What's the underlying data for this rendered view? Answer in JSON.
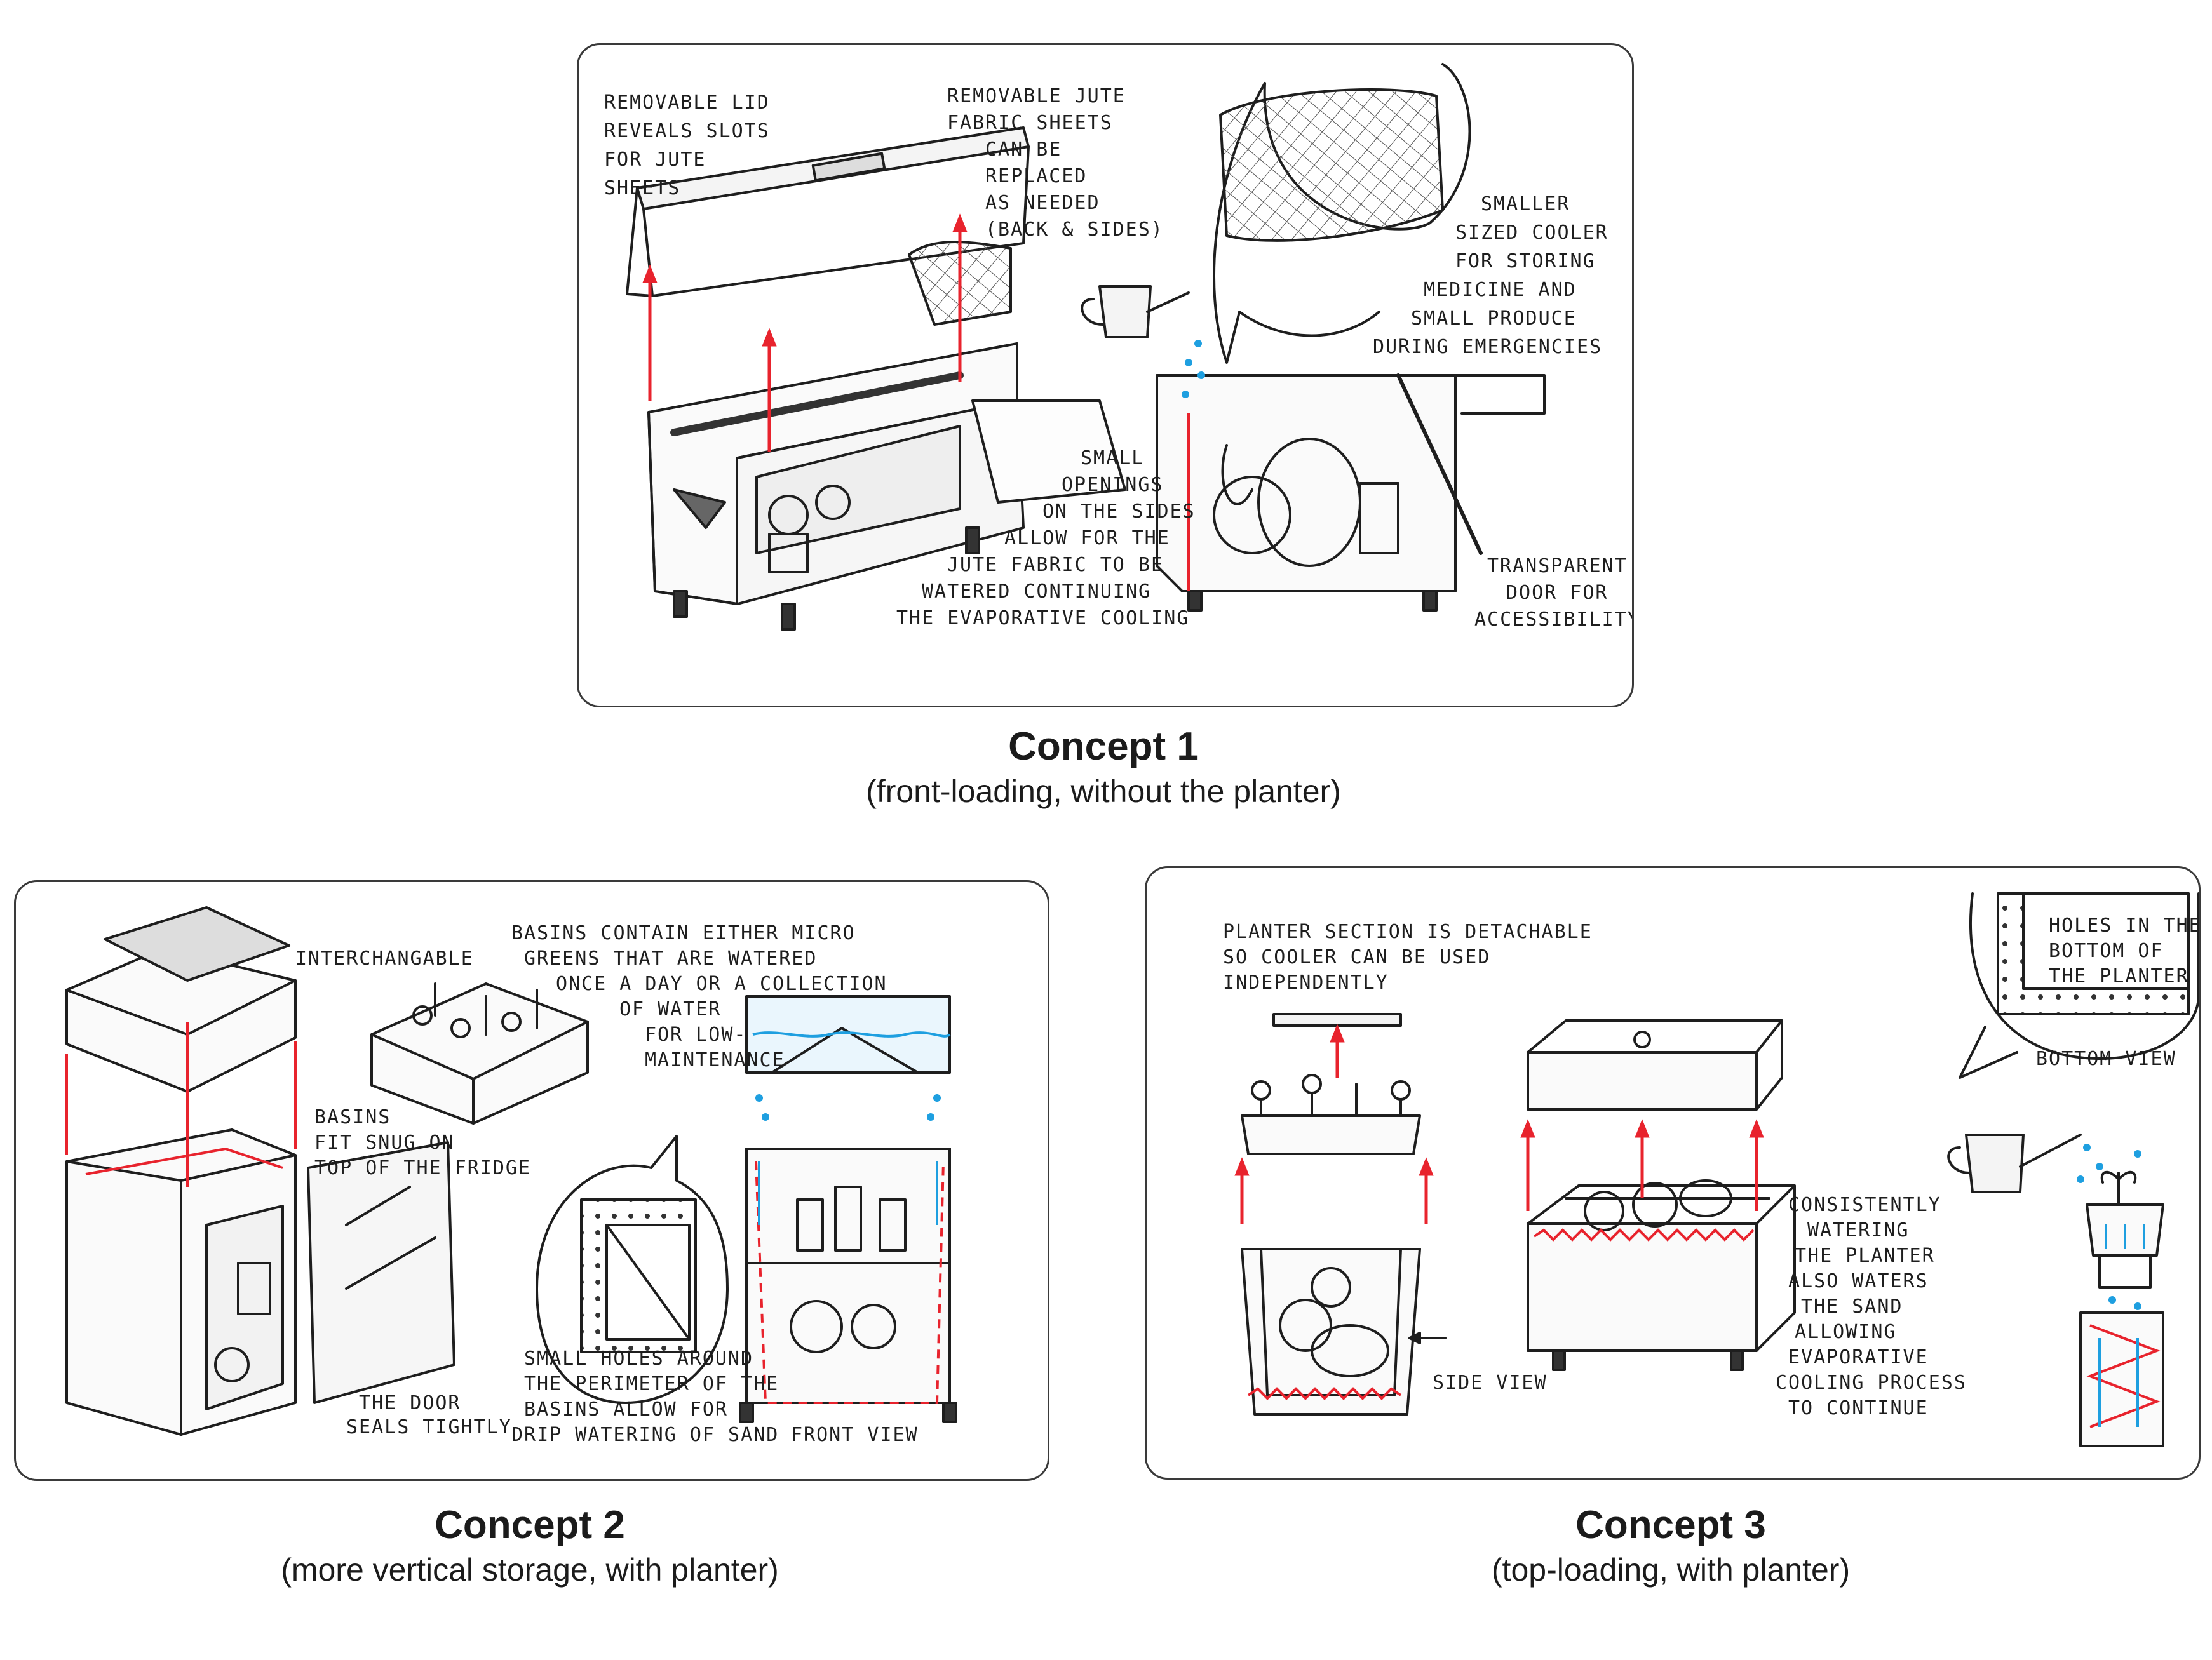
{
  "concepts": [
    {
      "title": "Concept 1",
      "subtitle": "(front-loading, without the planter)",
      "annotations": {
        "lid": [
          "REMOVABLE LID",
          "REVEALS SLOTS",
          "FOR JUTE",
          "SHEETS"
        ],
        "jute": [
          "REMOVABLE JUTE",
          "FABRIC SHEETS",
          "CAN BE",
          "REPLACED",
          "AS NEEDED",
          "(BACK & SIDES)"
        ],
        "cooler": [
          "SMALLER",
          "SIZED COOLER",
          "FOR STORING",
          "MEDICINE AND",
          "SMALL PRODUCE",
          "DURING EMERGENCIES"
        ],
        "openings": [
          "SMALL",
          "OPENINGS",
          "ON THE SIDES",
          "ALLOW FOR THE",
          "JUTE FABRIC TO BE",
          "WATERED CONTINUING",
          "THE EVAPORATIVE COOLING"
        ],
        "door": [
          "TRANSPARENT",
          "DOOR FOR",
          "ACCESSIBILITY"
        ]
      }
    },
    {
      "title": "Concept 2",
      "subtitle": "(more vertical storage, with planter)",
      "annotations": {
        "interchangable": "INTERCHANGABLE",
        "basins_top": [
          "BASINS CONTAIN EITHER MICRO",
          "GREENS THAT ARE WATERED",
          "ONCE A DAY OR A COLLECTION",
          "OF WATER",
          "FOR LOW-",
          "MAINTENANCE"
        ],
        "basins_fit": [
          "BASINS",
          "FIT SNUG ON",
          "TOP OF THE FRIDGE"
        ],
        "holes": [
          "SMALL HOLES AROUND",
          "THE PERIMETER OF THE",
          "BASINS ALLOW FOR",
          "DRIP WATERING OF SAND"
        ],
        "door_seals": [
          "THE DOOR",
          "SEALS TIGHTLY"
        ],
        "front_view": "FRONT VIEW"
      }
    },
    {
      "title": "Concept 3",
      "subtitle": "(top-loading, with planter)",
      "annotations": {
        "planter": [
          "PLANTER SECTION IS DETACHABLE",
          "SO COOLER CAN BE USED",
          "INDEPENDENTLY"
        ],
        "holes": [
          "HOLES IN THE",
          "BOTTOM OF",
          "THE PLANTER"
        ],
        "bottom_view": "BOTTOM VIEW",
        "side_view": "SIDE VIEW",
        "watering": [
          "CONSISTENTLY",
          "WATERING",
          "THE PLANTER",
          "ALSO WATERS",
          "THE SAND",
          "ALLOWING",
          "EVAPORATIVE",
          "COOLING PROCESS",
          "TO CONTINUE"
        ]
      }
    }
  ],
  "colors": {
    "arrow": "#e8232d",
    "water": "#1e9fe0",
    "ink": "#1e1e1e",
    "border": "#3a3a3a"
  }
}
